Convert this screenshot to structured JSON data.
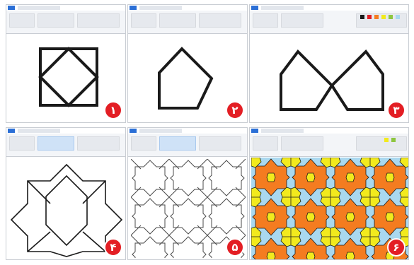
{
  "steps": [
    {
      "number": "۱"
    },
    {
      "number": "۲"
    },
    {
      "number": "۳"
    },
    {
      "number": "۴"
    },
    {
      "number": "۵"
    },
    {
      "number": "۶"
    }
  ],
  "colors": {
    "badge": "#e31e24",
    "line": "#1a1a1a",
    "fill_orange": "#f47c20",
    "fill_yellow": "#f2ea1d",
    "fill_blue": "#a9d8ef",
    "fill_green": "#8dc63f",
    "ribbon_accent": "#2b6fd6"
  }
}
